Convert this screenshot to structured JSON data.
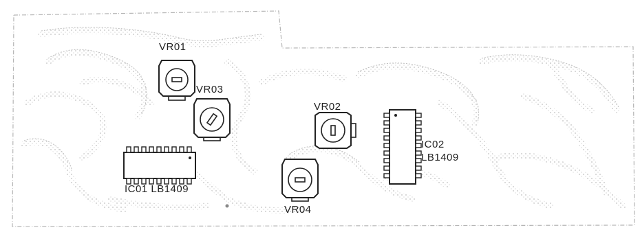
{
  "labels": {
    "vr01": "VR01",
    "vr02": "VR02",
    "vr03": "VR03",
    "vr04": "VR04",
    "ic01": "IC01 LB1409",
    "ic02_ref": "IC02",
    "ic02_part": "LB1409"
  },
  "colors": {
    "ink": "#222222",
    "trace": "#c8c8c8",
    "trace_dark": "#b0b0b0",
    "board_edge": "#9a9a9a"
  },
  "icons": {
    "vr01": "trimmer-potentiometer",
    "vr02": "trimmer-potentiometer",
    "vr03": "trimmer-potentiometer",
    "vr04": "trimmer-potentiometer",
    "ic01": "dip-ic-chip",
    "ic02": "dip-ic-chip"
  }
}
